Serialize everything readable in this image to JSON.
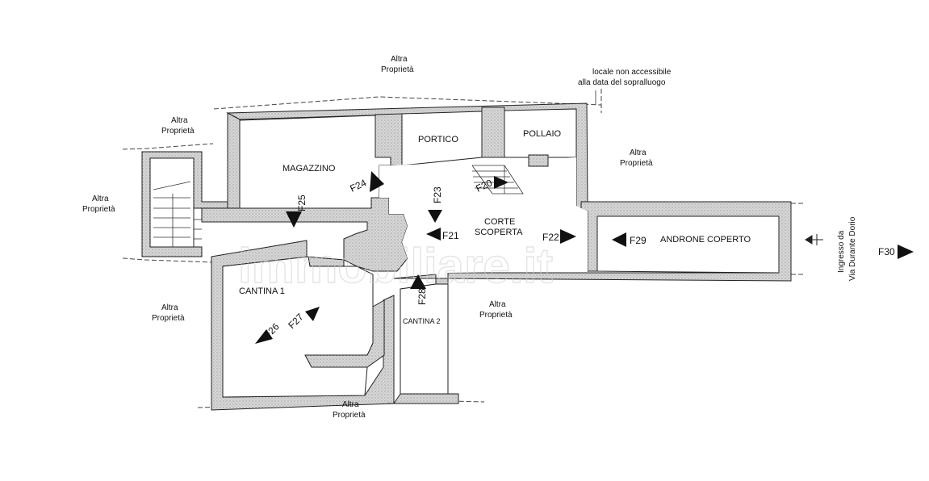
{
  "rooms": {
    "magazzino": "MAGAZZINO",
    "portico": "PORTICO",
    "pollaio": "POLLAIO",
    "corte_line1": "CORTE",
    "corte_line2": "SCOPERTA",
    "androne": "ANDRONE COPERTO",
    "cantina1": "CANTINA 1",
    "cantina2": "CANTINA 2"
  },
  "neighbours": {
    "line1": "Altra",
    "line2": "Proprietà"
  },
  "note": {
    "line1": "locale non accessibile",
    "line2": "alla data del sopralluogo"
  },
  "entrance": {
    "line1": "Ingresso da",
    "line2": "Via Durante Dorio"
  },
  "photo_points": [
    "F20",
    "F21",
    "F22",
    "F23",
    "F24",
    "F25",
    "F26",
    "F27",
    "F28",
    "F29",
    "F30"
  ],
  "watermark": "immobiliare.it",
  "colors": {
    "wall_fill": "#d8d8d8",
    "line": "#222222"
  }
}
